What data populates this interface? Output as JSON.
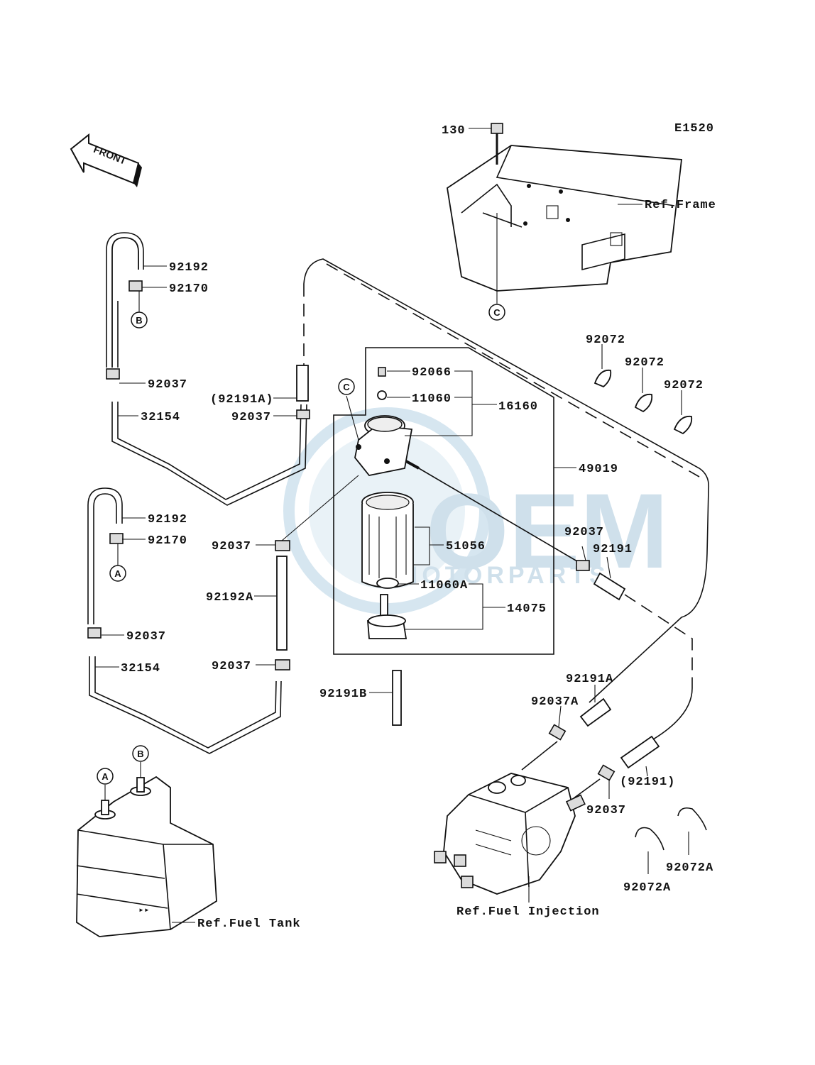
{
  "diagram_code": "E1520",
  "front_label": "FRONT",
  "watermark": {
    "big": "OEM",
    "small": "MOTORPARTS"
  },
  "callouts": {
    "A": "A",
    "B": "B",
    "C": "C"
  },
  "parts": {
    "p130": "130",
    "p92192_top": "92192",
    "p92170_top": "92170",
    "p92037_left1": "92037",
    "p32154_top": "32154",
    "p92191A_paren": "(92191A)",
    "p92037_mid1": "92037",
    "p92066": "92066",
    "p11060": "11060",
    "p16160": "16160",
    "p49019": "49019",
    "p92072_1": "92072",
    "p92072_2": "92072",
    "p92072_3": "92072",
    "p92192_bot": "92192",
    "p92170_bot": "92170",
    "p92037_mid2": "92037",
    "p51056": "51056",
    "p92037_right": "92037",
    "p92191": "92191",
    "p11060A": "11060A",
    "p92192A": "92192A",
    "p14075": "14075",
    "p92037_left2": "92037",
    "p32154_bot": "32154",
    "p92037_mid3": "92037",
    "p92191B": "92191B",
    "p92191A": "92191A",
    "p92037A": "92037A",
    "p92191_paren": "(92191)",
    "p92037_inj": "92037",
    "p92072A_1": "92072A",
    "p92072A_2": "92072A"
  },
  "references": {
    "frame": "Ref.Frame",
    "fuel_injection": "Ref.Fuel Injection",
    "fuel_tank": "Ref.Fuel Tank"
  }
}
